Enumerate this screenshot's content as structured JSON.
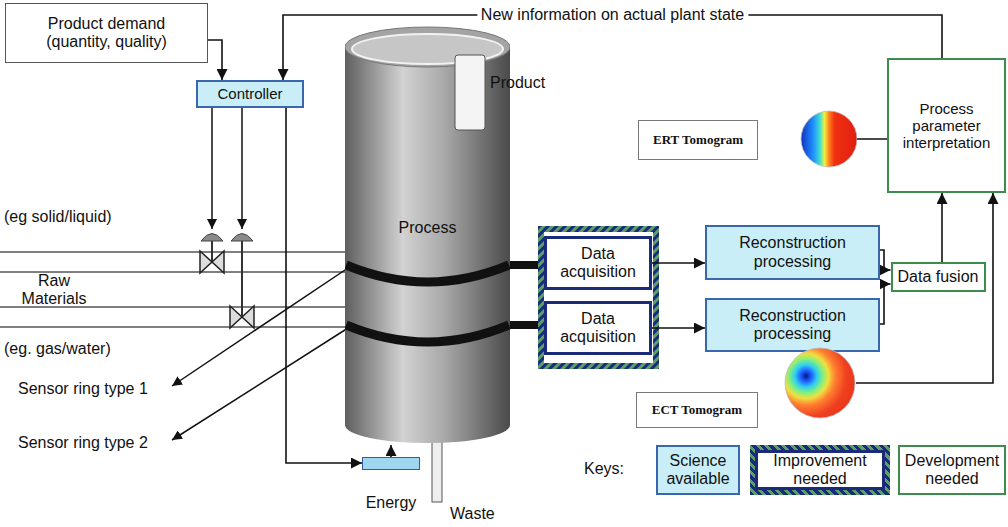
{
  "diagram": {
    "nodes": [
      {
        "text": [
          "Product demand (quantity, quality)"
        ]
      },
      {
        "text": [
          "Controller"
        ]
      },
      {
        "text": [
          "Process"
        ]
      },
      {
        "text": [
          "ERT Tomogram"
        ]
      },
      {
        "text": [
          "Process parameter interpretation"
        ]
      },
      {
        "text": [
          "Data acquisition"
        ]
      },
      {
        "text": [
          "Reconstruction processing"
        ]
      },
      {
        "text": [
          "Data fusion"
        ]
      },
      {
        "text": [
          "Data acquisition"
        ]
      },
      {
        "text": [
          "Reconstruction processing"
        ]
      },
      {
        "text": [
          "ECT Tomogram"
        ]
      },
      {
        "text": [
          "Energy"
        ]
      }
    ],
    "edges": [
      {
        "from": 0,
        "to": 1,
        "arrow": "to"
      },
      {
        "from": 4,
        "to": 1,
        "label": "New information on actual plant state",
        "arrow": "to"
      },
      {
        "from": 1,
        "to": 11,
        "arrow": "to"
      },
      {
        "from": 11,
        "to": 2,
        "arrow": "to"
      },
      {
        "from": 5,
        "to": 6,
        "arrow": "to"
      },
      {
        "from": 8,
        "to": 9,
        "arrow": "to"
      },
      {
        "from": 6,
        "to": 7,
        "arrow": "to"
      },
      {
        "from": 9,
        "to": 7,
        "arrow": "to"
      },
      {
        "from": 7,
        "to": 4,
        "arrow": "to"
      },
      {
        "from": 3,
        "to": 4,
        "arrow": "to"
      },
      {
        "from": 10,
        "to": 4,
        "arrow": "to"
      }
    ],
    "labels": [
      "Product",
      "(eg solid/liquid)",
      "Raw Materials",
      "(eg. gas/water)",
      "Sensor ring type 1",
      "Sensor ring type 2",
      "Waste",
      "Keys:"
    ],
    "legend": [
      {
        "text": "Science available",
        "color": "#c9eef7"
      },
      {
        "text": "Improvement needed"
      },
      {
        "text": "Development needed"
      }
    ]
  }
}
